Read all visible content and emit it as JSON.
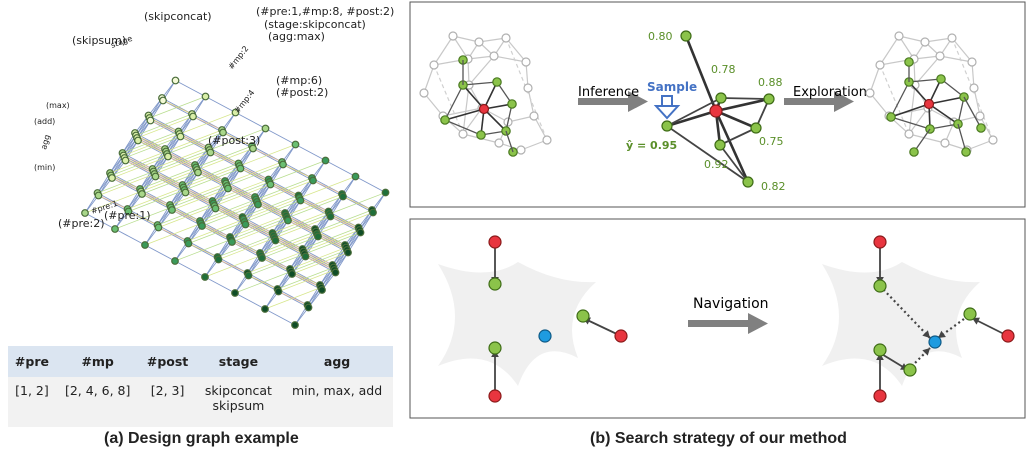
{
  "panel_a": {
    "caption": "(a) Design graph example",
    "labels": {
      "skipconcat": "(skipconcat)",
      "top_right_1": "(#pre:1,#mp:8, #post:2)",
      "top_right_2": "(stage:skipconcat)",
      "top_right_3": "(agg:max)",
      "skipsum": "(skipsum)",
      "stage": "stage",
      "mp2": "#mp:2",
      "mp6_1": "(#mp:6)",
      "mp6_2": "(#post:2)",
      "mp4": "#mp:4",
      "post3": "(#post:3)",
      "max": "(max)",
      "add": "(add)",
      "agg": "agg",
      "min": "(min)",
      "pre1": "(#pre:1)",
      "pre1b": "#pre:1",
      "pre2": "(#pre:2)"
    },
    "table": {
      "headers": [
        "#pre",
        "#mp",
        "#post",
        "stage",
        "agg"
      ],
      "row": [
        "[1, 2]",
        "[2, 4, 6, 8]",
        "[2, 3]",
        "skipconcat\nskipsum",
        "min, max, add"
      ]
    }
  },
  "panel_b": {
    "caption": "(b) Search strategy of our method",
    "inference_label": "Inference",
    "exploration_label": "Exploration",
    "sample_label": "Sample",
    "yhat_label": "ŷ = 0.95",
    "scores": [
      "0.80",
      "0.78",
      "0.88",
      "0.75",
      "0.92",
      "0.82"
    ],
    "navigation_label": "Navigation"
  },
  "colors": {
    "node_red": "#e8353f",
    "node_green": "#8bc34a",
    "node_blue": "#1e9be0",
    "score_green": "#5a8f29",
    "sample_blue": "#4472c4",
    "arrow_gray": "#808080",
    "panel_border": "#555555",
    "table_header": "#dbe5f1",
    "table_body": "#f2f2f2"
  }
}
